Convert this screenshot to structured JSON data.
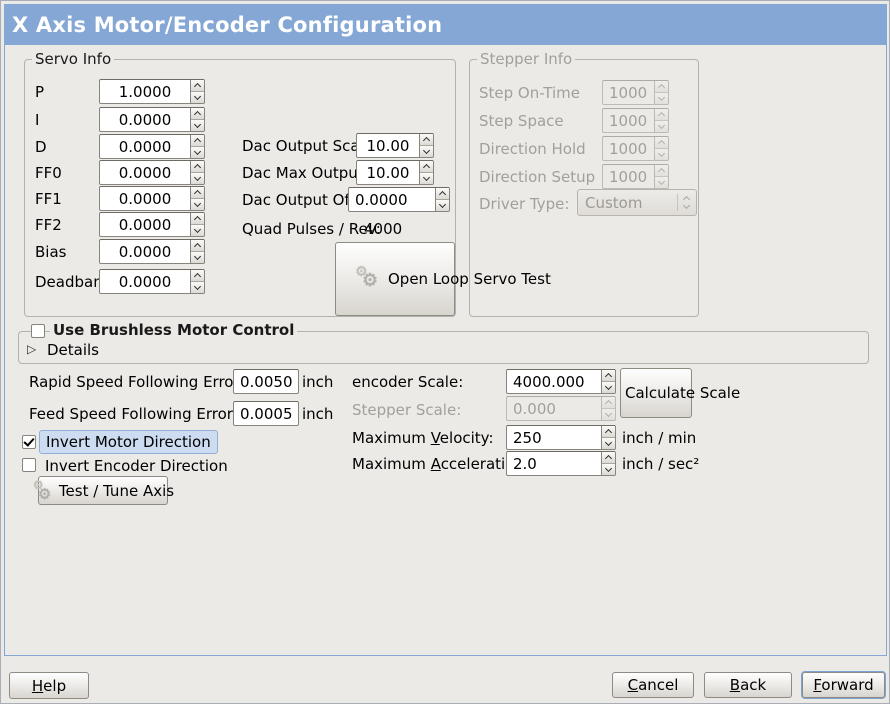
{
  "window": {
    "title": "X Axis Motor/Encoder Configuration"
  },
  "colors": {
    "titlebar_bg": "#84a7d5",
    "titlebar_text": "#ffffff",
    "window_bg": "#eceae6",
    "content_border": "#84a7d5",
    "focus_highlight_bg": "#cddcf1",
    "focus_highlight_border": "#8fafd6",
    "disabled_text": "#a3a09a"
  },
  "icons": {
    "gear": "⚙",
    "expander_collapsed": "▷"
  },
  "servo_info": {
    "legend": "Servo Info",
    "rows": [
      {
        "label": "P",
        "value": "1.0000"
      },
      {
        "label": "I",
        "value": "0.0000"
      },
      {
        "label": "D",
        "value": "0.0000"
      },
      {
        "label": "FF0",
        "value": "0.0000"
      },
      {
        "label": "FF1",
        "value": "0.0000"
      },
      {
        "label": "FF2",
        "value": "0.0000"
      },
      {
        "label": "Bias",
        "value": "0.0000"
      },
      {
        "label": "Deadband",
        "value": "0.0000"
      }
    ],
    "dac_output_scale": {
      "label": "Dac Output Scale:",
      "value": "10.00"
    },
    "dac_max_output": {
      "label": "Dac Max Output:",
      "value": "10.00"
    },
    "dac_output_offset": {
      "label": "Dac Output Offset:",
      "value": "0.0000"
    },
    "quad_pulses": {
      "label": "Quad Pulses / Rev:",
      "value": "4000"
    },
    "open_loop_button": "Open Loop Servo Test"
  },
  "stepper_info": {
    "legend": "Stepper Info",
    "rows": [
      {
        "label": "Step On-Time",
        "value": "1000"
      },
      {
        "label": "Step Space",
        "value": "1000"
      },
      {
        "label": "Direction Hold",
        "value": "1000"
      },
      {
        "label": "Direction Setup",
        "value": "1000"
      }
    ],
    "driver_type": {
      "label": "Driver Type:",
      "value": "Custom"
    }
  },
  "brushless": {
    "checkbox_label": "Use Brushless Motor Control",
    "checked": false,
    "details_label": "Details"
  },
  "following_error": {
    "rapid": {
      "label": "Rapid Speed Following Error:",
      "value": "0.0050",
      "unit": "inch"
    },
    "feed": {
      "label": "Feed Speed Following Error:",
      "value": "0.0005",
      "unit": "inch"
    }
  },
  "scaling": {
    "encoder_scale": {
      "label": "encoder Scale:",
      "value": "4000.000"
    },
    "calculate_button": "Calculate Scale",
    "stepper_scale": {
      "label": "Stepper Scale:",
      "value": "0.000"
    },
    "max_velocity": {
      "label_pre": "Maximum ",
      "label_key": "V",
      "label_post": "elocity:",
      "value": "250",
      "unit": "inch / min"
    },
    "max_accel": {
      "label_pre": "Maximum ",
      "label_key": "A",
      "label_post": "cceleration:",
      "value": "2.0",
      "unit": "inch / sec²"
    }
  },
  "direction": {
    "invert_motor": {
      "label": "Invert Motor Direction",
      "checked": true
    },
    "invert_encoder": {
      "label": "Invert Encoder Direction",
      "checked": false
    },
    "test_tune_button": "Test / Tune Axis"
  },
  "footer": {
    "help": {
      "key": "H",
      "rest": "elp"
    },
    "cancel": {
      "key": "C",
      "rest": "ancel"
    },
    "back": {
      "key": "B",
      "rest": "ack"
    },
    "forward": {
      "key": "F",
      "rest": "orward"
    }
  }
}
